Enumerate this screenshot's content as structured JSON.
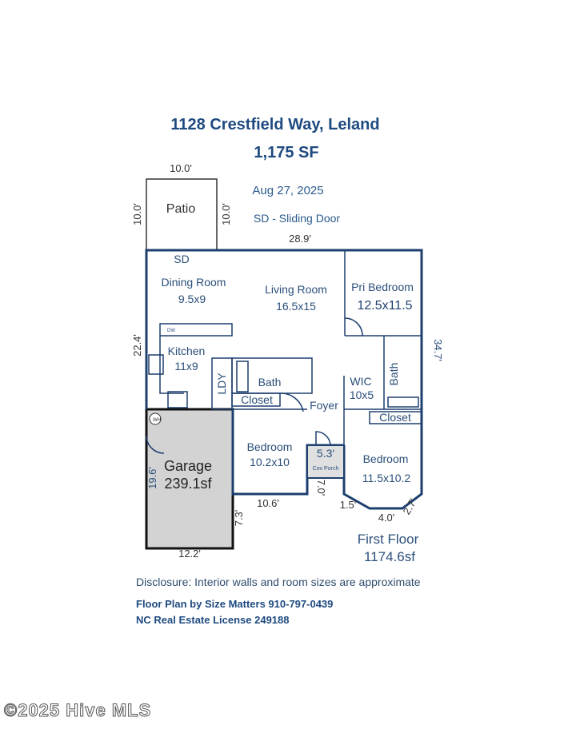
{
  "header": {
    "title": "1128 Crestfield Way, Leland",
    "square_feet": "1,175 SF",
    "date": "Aug 27, 2025",
    "legend": "SD - Sliding Door"
  },
  "rooms": {
    "patio": "Patio",
    "patio_top": "10.0'",
    "patio_left": "10.0'",
    "patio_right": "10.0'",
    "overall_width": "28.9'",
    "sd": "SD",
    "dining": "Dining Room",
    "dining_size": "9.5x9",
    "living": "Living Room",
    "living_size": "16.5x15",
    "pri_bedroom": "Pri Bedroom",
    "pri_bedroom_size": "12.5x11.5",
    "kitchen": "Kitchen",
    "kitchen_size": "11x9",
    "dw": "DW",
    "ldy": "LDY",
    "bath1": "Bath",
    "closet1": "Closet",
    "foyer": "Foyer",
    "wic": "WIC",
    "wic_size": "10x5",
    "bath2": "Bath",
    "closet2": "Closet",
    "left_dim": "22.4'",
    "right_dim": "34.7'",
    "wh": "WH",
    "garage": "Garage",
    "garage_size": "239.1sf",
    "garage_dim": "19.6'",
    "garage_width": "12.2'",
    "garage_side": "7.3'",
    "bedroom2": "Bedroom",
    "bedroom2_size": "10.2x10",
    "bedroom2_dim": "10.6'",
    "porch_dim": "5.3'",
    "porch": "Cov Porch",
    "porch_depth": "7.0'",
    "bedroom3": "Bedroom",
    "bedroom3_size": "11.5x10.2",
    "bay1": "1.5'",
    "bay2": "4.0'",
    "bay3": "2.7'",
    "floor": "First Floor",
    "floor_area": "1174.6sf"
  },
  "footer": {
    "disclosure": "Disclosure: Interior walls and room sizes are approximate",
    "credit": "Floor Plan by Size Matters 910-797-0439",
    "license": "NC Real Estate License 249188",
    "watermark": "©2025 Hive MLS"
  },
  "colors": {
    "wall": "#1d3f6e",
    "text": "#2b4f7a",
    "title": "#1e4a80",
    "garage_fill": "#d3d3d3"
  }
}
